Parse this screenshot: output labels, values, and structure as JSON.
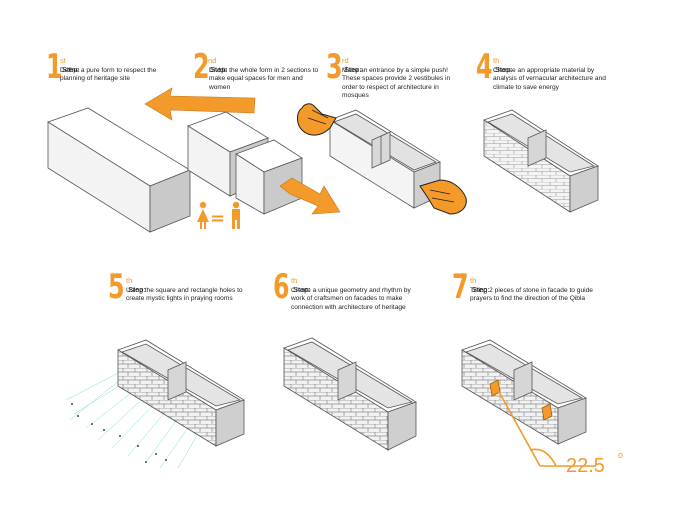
{
  "accent_color": "#f39a2b",
  "steps": [
    {
      "num": "1",
      "suffix": "st",
      "label": "Step:",
      "desc": "Define a pure form to respect the planning of heritage site"
    },
    {
      "num": "2",
      "suffix": "nd",
      "label": "Step:",
      "desc": "Divide the whole form in 2 sections to make equal spaces for men and women"
    },
    {
      "num": "3",
      "suffix": "rd",
      "label": "Step:",
      "desc": "Make an entrance by a simple push! These spaces provide 2 vestibules in order to respect of architecture in mosques"
    },
    {
      "num": "4",
      "suffix": "th",
      "label": "Step:",
      "desc": "Choose an appropriate material by analysis of vernacular architecture and climate to save energy"
    },
    {
      "num": "5",
      "suffix": "th",
      "label": "Step:",
      "desc": "Using the square and rectangle holes to create mystic lights in praying rooms"
    },
    {
      "num": "6",
      "suffix": "th",
      "label": "Step:",
      "desc": "Create a unique geometry and rhythm by work of craftsmen on facades to make connection with architecture of heritage"
    },
    {
      "num": "7",
      "suffix": "th",
      "label": "Step:",
      "desc": "Tilting 2 pieces of stone in facade to guide prayers to find the direction of the Qibla"
    }
  ],
  "gender_symbol": "=",
  "angle_label": "22.5",
  "angle_unit": "o"
}
